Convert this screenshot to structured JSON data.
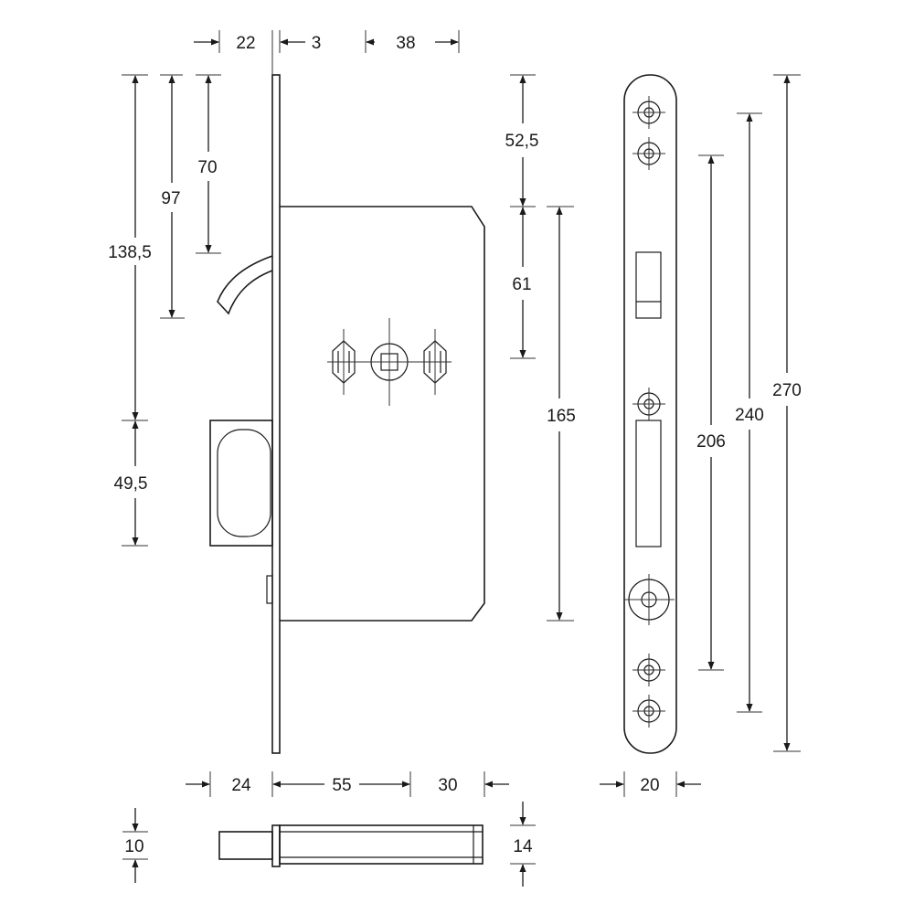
{
  "dimensions": {
    "top_backset_face": "22",
    "top_faceplate": "3",
    "top_case_to_spindle": "38",
    "left_total_138": "138,5",
    "left_97": "97",
    "left_70": "70",
    "left_49": "49,5",
    "mid_52": "52,5",
    "mid_61": "61",
    "mid_165": "165",
    "right_206": "206",
    "right_240": "240",
    "right_270": "270",
    "bottom_24": "24",
    "bottom_55": "55",
    "bottom_30": "30",
    "bottom_20": "20",
    "plan_10": "10",
    "plan_14": "14"
  },
  "colors": {
    "line": "#1a1a1a",
    "background": "#ffffff"
  }
}
